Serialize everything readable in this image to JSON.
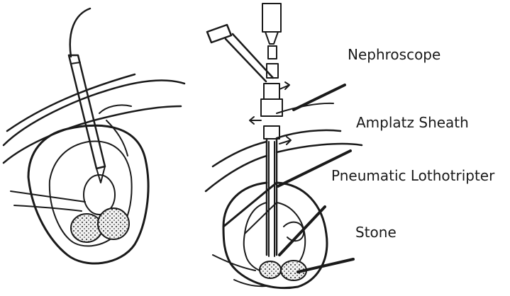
{
  "labels": {
    "nephroscope": "Nephroscope",
    "amplatz_sheath": "Amplatz Sheath",
    "pneumatic_lithotripter": "Pneumatic Lothotripter",
    "stone": "Stone"
  },
  "colors": {
    "ink": "#1a1a1a",
    "background": "#ffffff",
    "stone_fill": "#e9e9e9"
  }
}
